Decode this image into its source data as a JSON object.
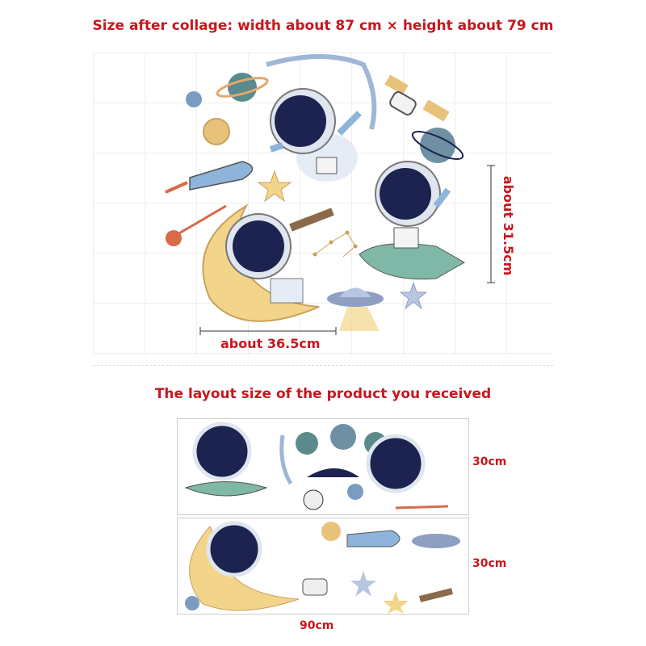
{
  "header": {
    "title": "Size after collage: width about 87 cm × height about 79 cm"
  },
  "collage": {
    "height_label": "about 31.5cm",
    "width_label": "about 36.5cm"
  },
  "product": {
    "title": "The layout size of the product you received",
    "sheet1_height": "30cm",
    "sheet2_height": "30cm",
    "width_label": "90cm"
  },
  "colors": {
    "label_red": "#c8161d",
    "helmet_navy": "#1c2350",
    "moon_yellow": "#f2d58a",
    "rocket_blue": "#8fb4dc",
    "planet_teal": "#5b8a8c"
  }
}
